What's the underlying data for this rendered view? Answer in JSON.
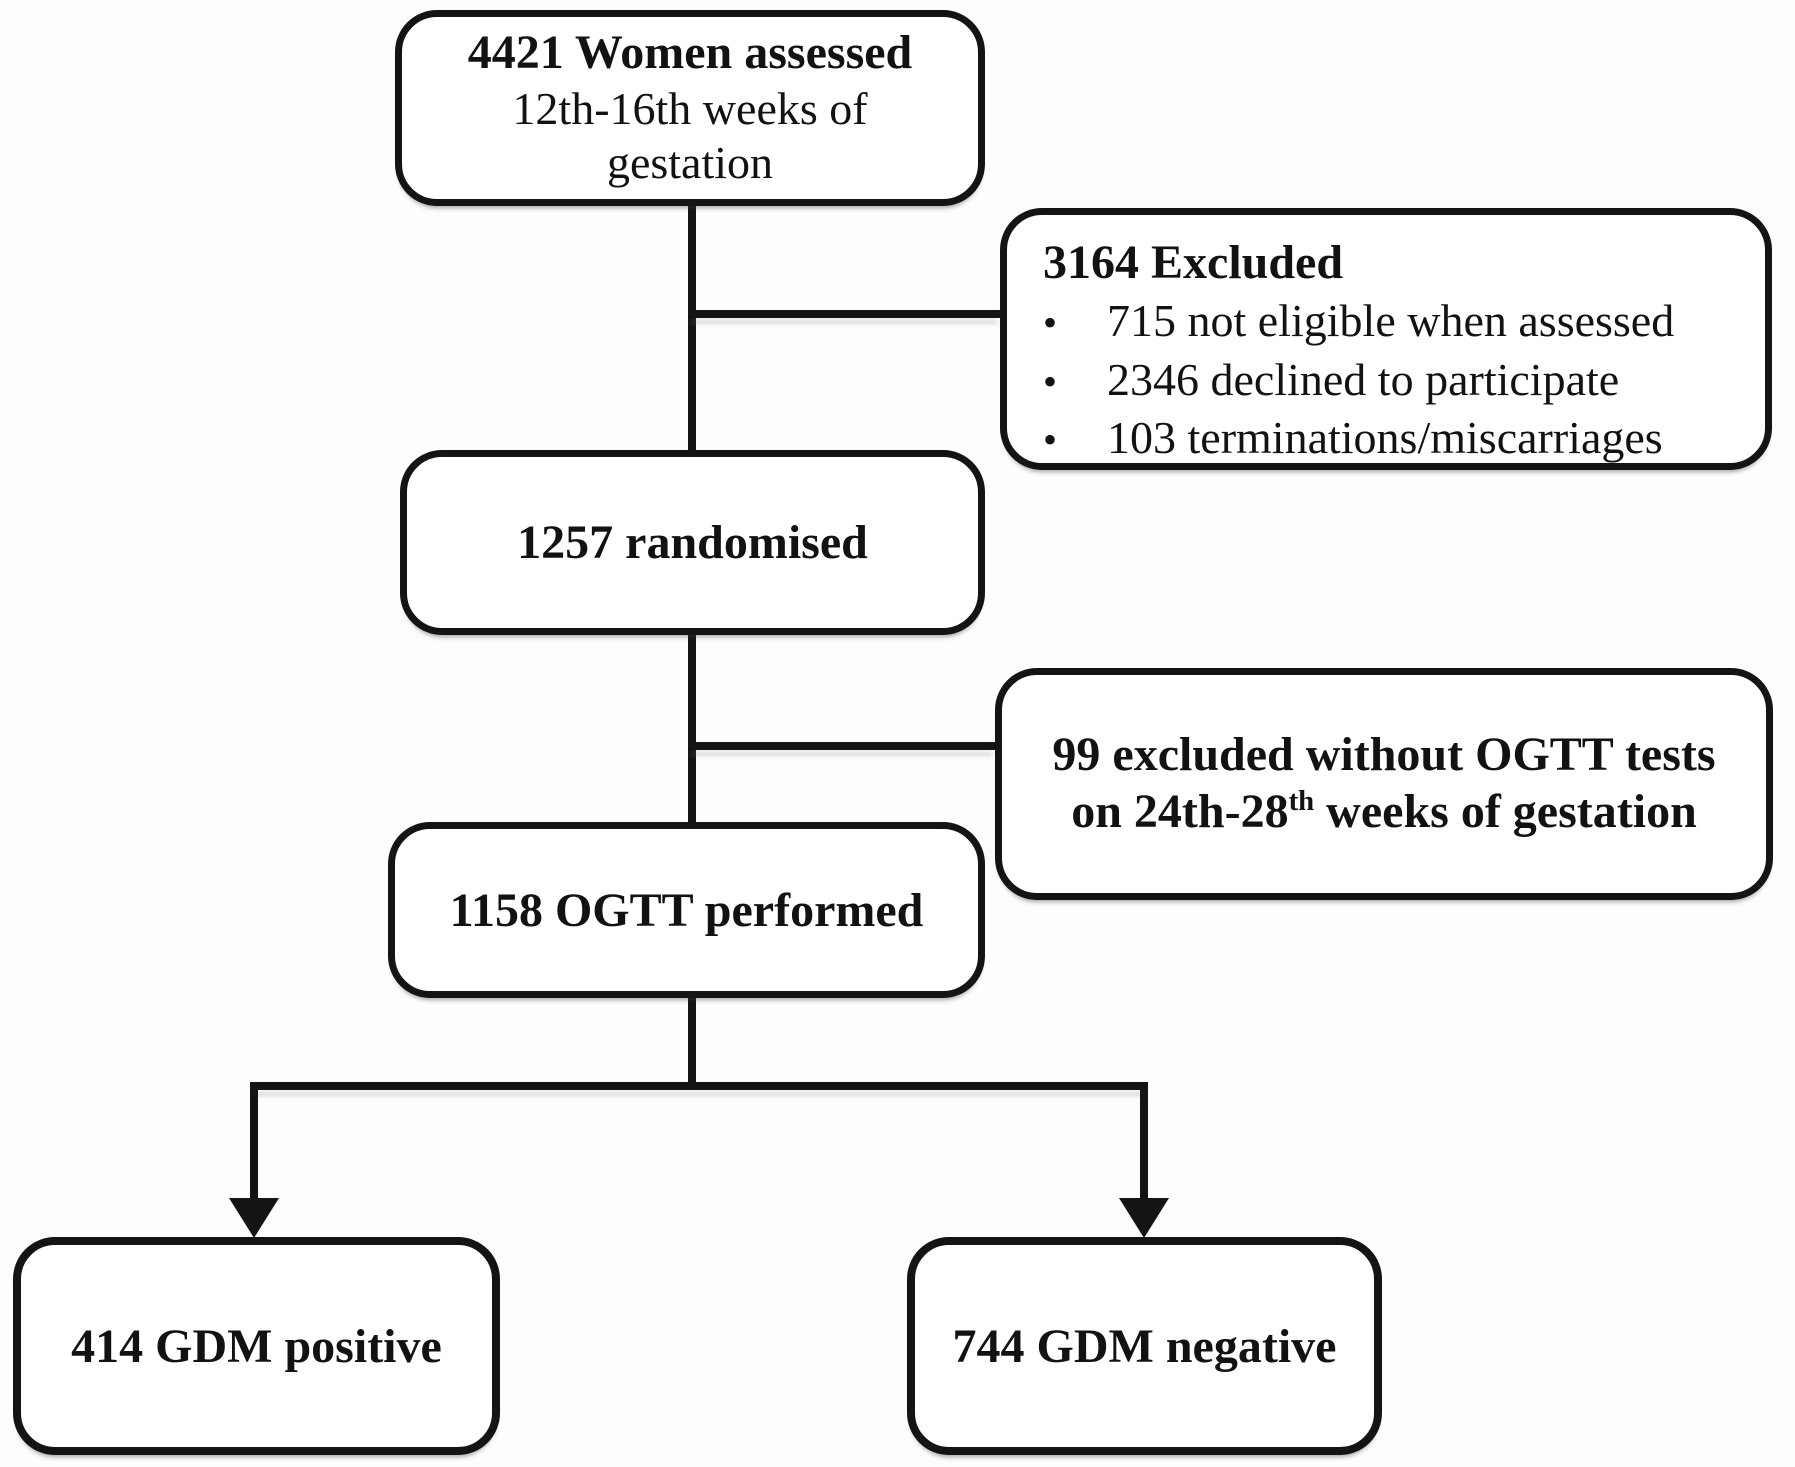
{
  "diagram": {
    "assessed": {
      "title": "4421 Women assessed",
      "subtitle_line1": "12th-16th weeks of",
      "subtitle_line2": "gestation"
    },
    "excluded_first": {
      "title": "3164 Excluded",
      "bullet": "•",
      "items": [
        "715 not eligible when assessed",
        "2346 declined to participate",
        "103 terminations/miscarriages"
      ]
    },
    "randomised": {
      "label": "1257 randomised"
    },
    "excluded_second": {
      "line1": "99 excluded without OGTT tests",
      "line2_prefix": "on 24th-28",
      "line2_superscript": "th",
      "line2_suffix": " weeks of gestation"
    },
    "ogtt": {
      "label": "1158 OGTT performed"
    },
    "gdm_positive": {
      "label": "414 GDM positive"
    },
    "gdm_negative": {
      "label": "744 GDM negative"
    }
  },
  "colors": {
    "line": "#141414",
    "text": "#121212",
    "background": "#fdfdfd",
    "box_fill": "#ffffff"
  }
}
